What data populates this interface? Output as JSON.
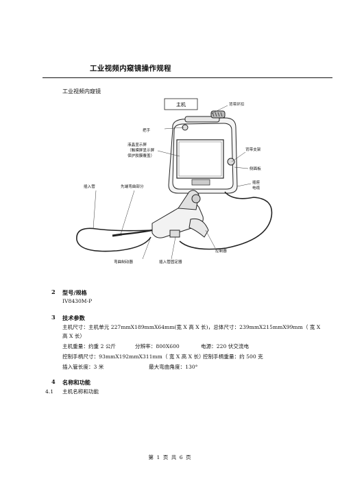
{
  "doc": {
    "title": "工业视频内窥镜操作规程",
    "subtitle": "工业视频内窥镜"
  },
  "diagram": {
    "labels": {
      "host": "主机",
      "handle": "把手",
      "screen_line1": "液晶显示屏",
      "screen_line2": "（触摸屏显示屏",
      "screen_line3": "保护胶膜覆盖）",
      "carry_ring": "背带环扣",
      "strap_mount": "背带支架",
      "side_panel": "侧面板",
      "cable_line1": "插座",
      "cable_line2": "电缆",
      "insertion_tube": "插入管",
      "bending_section": "先端弯曲部分",
      "control_unit": "控制器",
      "bend_lock": "弯曲制动器",
      "tube_fixer": "插入管固定器"
    }
  },
  "sections": {
    "s2": {
      "num": "2",
      "title": "型号/规格",
      "model": "IV8430M-P"
    },
    "s3": {
      "num": "3",
      "title": "技术参数",
      "line1": "主机尺寸：主机单元 227mmX189mmX64mm(宽 X 高 X 长)，总体尺寸：239mmX215mmX99mm（ 宽 X",
      "line2": "高 X 长）",
      "weight": "主机重量：约重 2 公斤",
      "resolution": "分辨率：800X600",
      "power": "电源：220 伏交流电",
      "handle_size": "控制手柄尺寸：93mmX192mmX311mm（ 宽 X 高 X 长）",
      "handle_weight": "控制手柄重量：约 500 克",
      "tube_length": "插入管长度：3 米",
      "max_angle": "最大弯曲角度：130°"
    },
    "s4": {
      "num": "4",
      "title": "名称和功能"
    },
    "s41": {
      "num": "4.1",
      "title": "主机名称和功能"
    }
  },
  "footer": {
    "page_text": "第 1 页   共 6 页"
  }
}
